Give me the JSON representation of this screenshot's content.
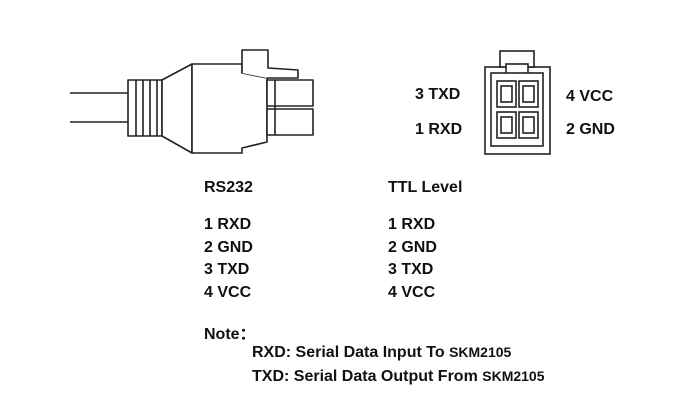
{
  "connector_pins": {
    "top_left": "3 TXD",
    "top_right": "4 VCC",
    "bottom_left": "1 RXD",
    "bottom_right": "2 GND"
  },
  "rs232": {
    "heading": "RS232",
    "pins": [
      "1 RXD",
      "2 GND",
      "3 TXD",
      "4 VCC"
    ]
  },
  "ttl": {
    "heading": "TTL Level",
    "pins": [
      "1 RXD",
      "2 GND",
      "3 TXD",
      "4 VCC"
    ]
  },
  "note": {
    "title": "Note：",
    "lines": [
      {
        "text": "RXD: Serial Data Input To ",
        "device": "SKM2105"
      },
      {
        "text": "TXD: Serial Data Output From ",
        "device": "SKM2105"
      }
    ]
  }
}
